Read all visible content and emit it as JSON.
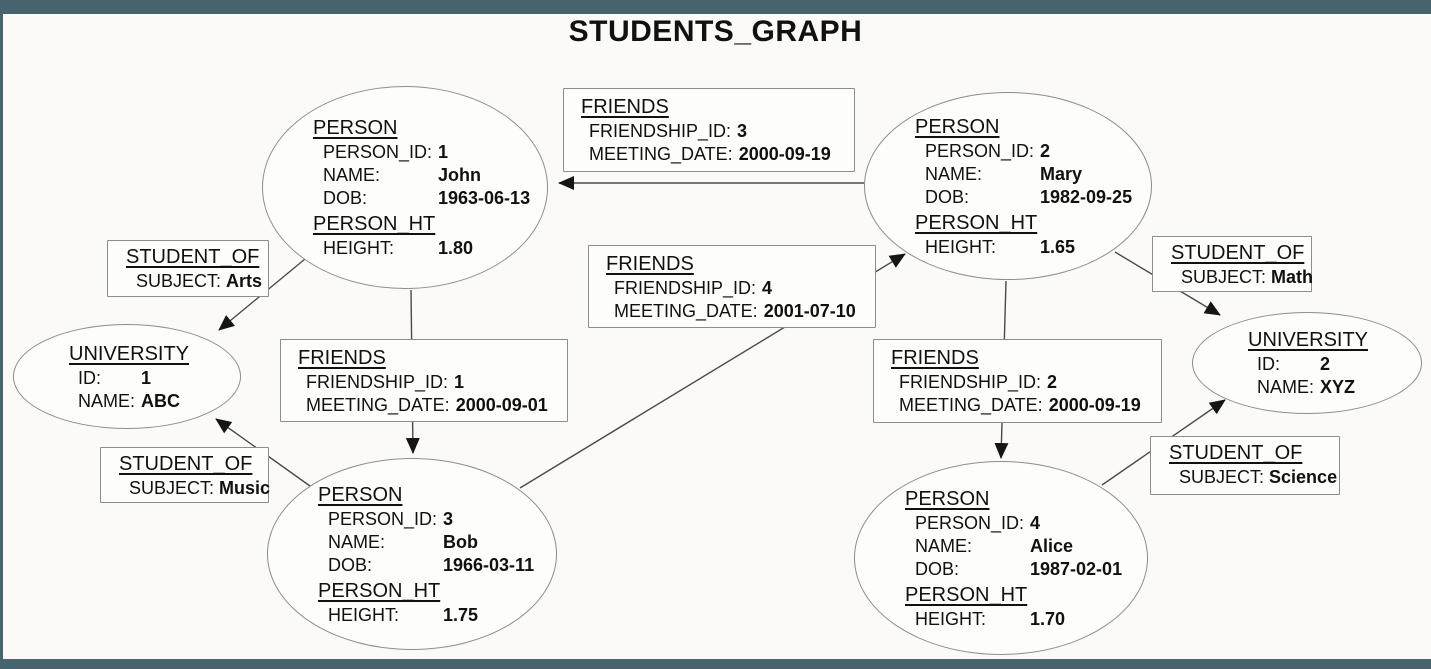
{
  "title": "STUDENTS_GRAPH",
  "persons": {
    "john": {
      "label": "PERSON",
      "id_key": "PERSON_ID:",
      "id": "1",
      "name_key": "NAME:",
      "name": "John",
      "dob_key": "DOB:",
      "dob": "1963-06-13",
      "ht_label": "PERSON_HT",
      "height_key": "HEIGHT:",
      "height": "1.80"
    },
    "mary": {
      "label": "PERSON",
      "id_key": "PERSON_ID:",
      "id": "2",
      "name_key": "NAME:",
      "name": "Mary",
      "dob_key": "DOB:",
      "dob": "1982-09-25",
      "ht_label": "PERSON_HT",
      "height_key": "HEIGHT:",
      "height": "1.65"
    },
    "bob": {
      "label": "PERSON",
      "id_key": "PERSON_ID:",
      "id": "3",
      "name_key": "NAME:",
      "name": "Bob",
      "dob_key": "DOB:",
      "dob": "1966-03-11",
      "ht_label": "PERSON_HT",
      "height_key": "HEIGHT:",
      "height": "1.75"
    },
    "alice": {
      "label": "PERSON",
      "id_key": "PERSON_ID:",
      "id": "4",
      "name_key": "NAME:",
      "name": "Alice",
      "dob_key": "DOB:",
      "dob": "1987-02-01",
      "ht_label": "PERSON_HT",
      "height_key": "HEIGHT:",
      "height": "1.70"
    }
  },
  "universities": {
    "abc": {
      "label": "UNIVERSITY",
      "id_key": "ID:",
      "id": "1",
      "name_key": "NAME:",
      "name": "ABC"
    },
    "xyz": {
      "label": "UNIVERSITY",
      "id_key": "ID:",
      "id": "2",
      "name_key": "NAME:",
      "name": "XYZ"
    }
  },
  "friend_edges": {
    "f3": {
      "label": "FRIENDS",
      "fid_key": "FRIENDSHIP_ID:",
      "fid": "3",
      "date_key": "MEETING_DATE:",
      "date": "2000-09-19"
    },
    "f4": {
      "label": "FRIENDS",
      "fid_key": "FRIENDSHIP_ID:",
      "fid": "4",
      "date_key": "MEETING_DATE:",
      "date": "2001-07-10"
    },
    "f1": {
      "label": "FRIENDS",
      "fid_key": "FRIENDSHIP_ID:",
      "fid": "1",
      "date_key": "MEETING_DATE:",
      "date": "2000-09-01"
    },
    "f2": {
      "label": "FRIENDS",
      "fid_key": "FRIENDSHIP_ID:",
      "fid": "2",
      "date_key": "MEETING_DATE:",
      "date": "2000-09-19"
    }
  },
  "student_of_edges": {
    "arts": {
      "label": "STUDENT_OF",
      "subject_key": "SUBJECT:",
      "subject": "Arts"
    },
    "music": {
      "label": "STUDENT_OF",
      "subject_key": "SUBJECT:",
      "subject": "Music"
    },
    "math": {
      "label": "STUDENT_OF",
      "subject_key": "SUBJECT:",
      "subject": "Math"
    },
    "science": {
      "label": "STUDENT_OF",
      "subject_key": "SUBJECT:",
      "subject": "Science"
    }
  },
  "colors": {
    "frame_bar": "#47646e",
    "background": "#fbfaf6",
    "node_fill": "#fdfdfa",
    "node_border": "#8d8d8d",
    "edge_line": "#4a4a4a",
    "arrowhead": "#151515",
    "text": "#111111"
  }
}
